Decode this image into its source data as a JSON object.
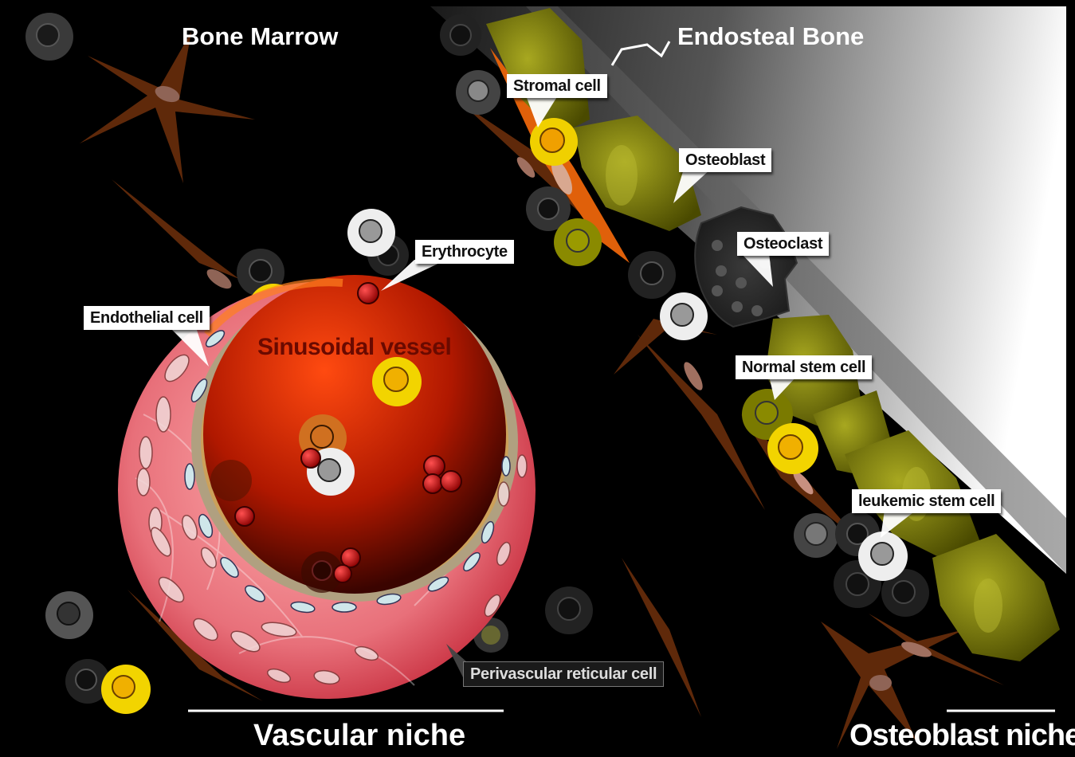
{
  "labels": {
    "bone_marrow": "Bone Marrow",
    "endosteal_bone": "Endosteal Bone",
    "stromal_cell": "Stromal cell",
    "osteoblast": "Osteoblast",
    "osteoclast": "Osteoclast",
    "erythrocyte": "Erythrocyte",
    "endothelial_cell": "Endothelial cell",
    "sinusoidal_vessel": "Sinusoidal vessel",
    "normal_stem_cell": "Normal stem cell",
    "leukemic_stem_cell": "leukemic stem cell",
    "perivascular_reticular_cell": "Perivascular reticular cell",
    "vascular_niche": "Vascular niche",
    "osteoblast_niche": "Osteoblast niche"
  },
  "colors": {
    "background": "#000000",
    "bone_light": "#ffffff",
    "osteoblast": "#8a8a00",
    "normal_stem_cell": "#f2d400",
    "leukemic_stem_cell": "#d0d0d0",
    "erythrocyte": "#c00000",
    "vessel": "#e03010",
    "stromal": "#7a3a10"
  }
}
